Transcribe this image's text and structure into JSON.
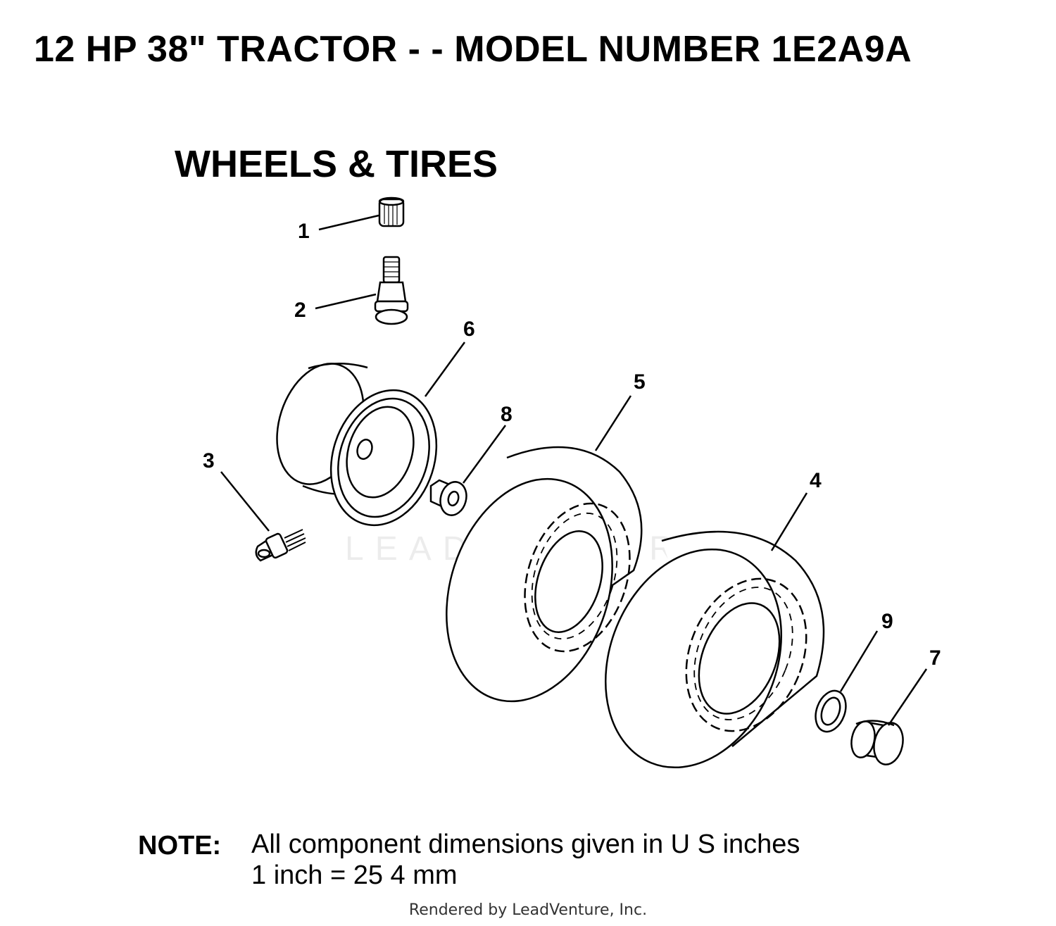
{
  "title": "12 HP 38\"  TRACTOR - - MODEL NUMBER 1E2A9A",
  "section_title": "WHEELS & TIRES",
  "callouts": [
    "1",
    "2",
    "3",
    "4",
    "5",
    "6",
    "7",
    "8",
    "9"
  ],
  "note": {
    "label": "NOTE:",
    "line1": "All component dimensions given in U S  inches",
    "line2": "1 inch = 25 4 mm"
  },
  "watermark": "LEADVENTURE",
  "footer": "Rendered by LeadVenture, Inc."
}
